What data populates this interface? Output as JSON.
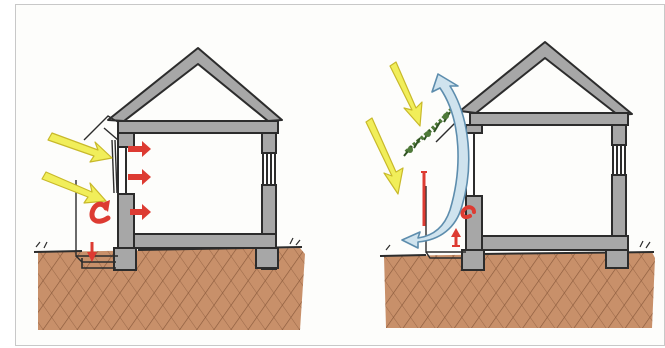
{
  "colors": {
    "paper": "#fdfdfb",
    "earth": "#c8906a",
    "earth_hatch": "#8a5a3c",
    "wall": "#a7a7a7",
    "outline": "#2c2c2c",
    "sun": "#f1ee5a",
    "sun_outline": "#c8b92a",
    "heat": "#dd3b32",
    "air": "#cfe3ee",
    "air_outline": "#5d8dad",
    "foliage": "#4f7a3a"
  },
  "panels": [
    {
      "id": "left",
      "variant": "sunspace-heating"
    },
    {
      "id": "right",
      "variant": "sunspace-shading-ventilation"
    }
  ]
}
